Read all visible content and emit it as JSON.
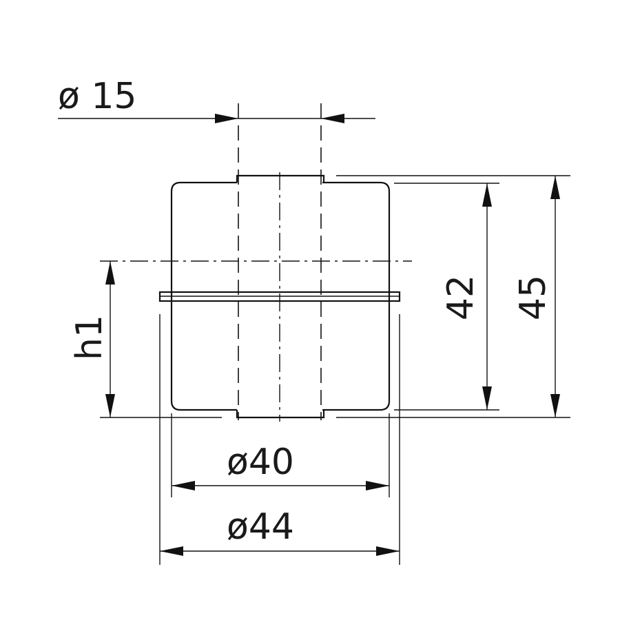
{
  "drawing": {
    "dimensions": {
      "bore_diameter": "ø 15",
      "body_diameter": "ø40",
      "flange_diameter": "ø44",
      "body_height": "42",
      "total_height": "45",
      "h1": "h1"
    }
  }
}
